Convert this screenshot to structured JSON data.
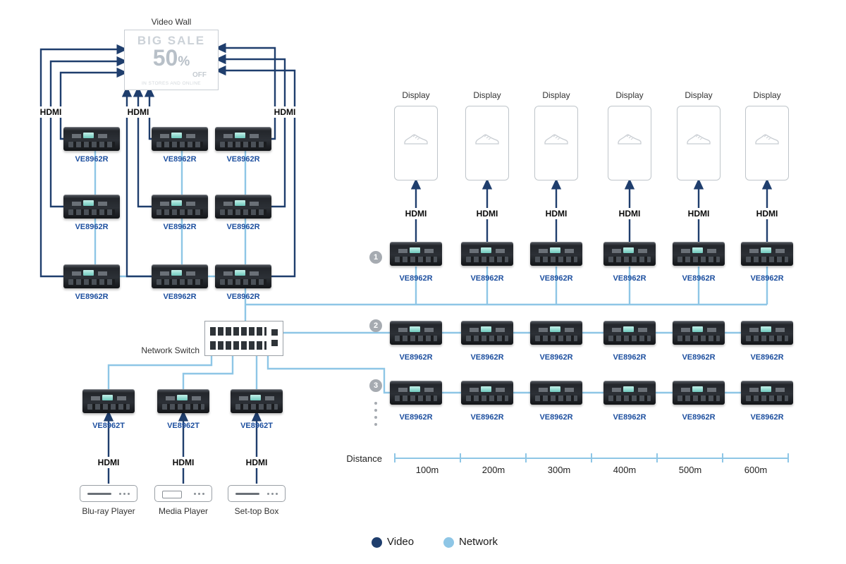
{
  "video_wall": {
    "title": "Video Wall",
    "sign_line1": "BIG SALE",
    "sign_value": "50",
    "sign_percent": "%",
    "sign_off": "OFF",
    "sign_small": "IN STORES AND ONLINE"
  },
  "labels": {
    "hdmi": "HDMI",
    "receiver": "VE8962R",
    "transmitter": "VE8962T",
    "network_switch": "Network Switch",
    "display": "Display",
    "distance": "Distance"
  },
  "row_badges": [
    "1",
    "2",
    "3"
  ],
  "sources": [
    "Blu-ray Player",
    "Media Player",
    "Set-top Box"
  ],
  "distance_ticks": [
    "100m",
    "200m",
    "300m",
    "400m",
    "500m",
    "600m"
  ],
  "legend": {
    "video": "Video",
    "network": "Network"
  },
  "colors": {
    "video_line": "#1f3e6d",
    "network_line": "#8ec6e6",
    "device_label": "#1d4f9f"
  }
}
